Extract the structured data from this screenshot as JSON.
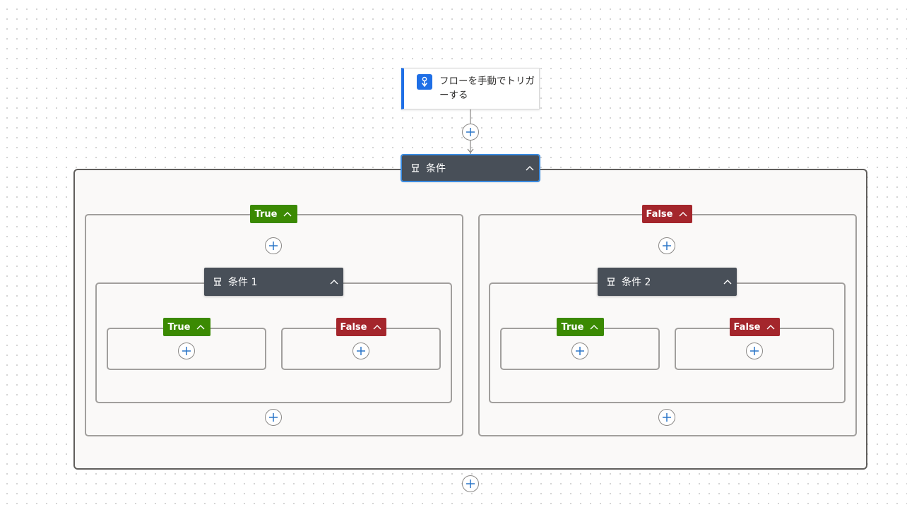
{
  "trigger": {
    "label": "フローを手動でトリガーする",
    "icon": "manual-trigger-icon",
    "accent": "#1f6fe6"
  },
  "condition_main": {
    "label": "条件",
    "icon": "condition-icon"
  },
  "branch_true": {
    "label": "True",
    "color": "#3b8a03"
  },
  "branch_false": {
    "label": "False",
    "color": "#a4262c"
  },
  "condition_1": {
    "label": "条件 1",
    "icon": "condition-icon"
  },
  "condition_2": {
    "label": "条件 2",
    "icon": "condition-icon"
  },
  "colors": {
    "condition_header": "#484f58",
    "selected_outline": "#3a8be0",
    "plus_icon": "#2b77c8"
  }
}
